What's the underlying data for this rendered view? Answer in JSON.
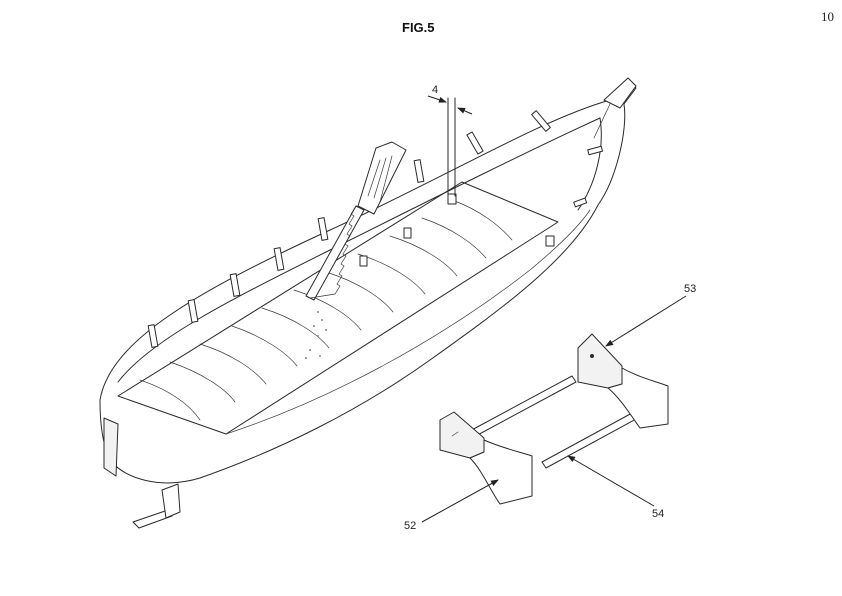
{
  "figure": {
    "title": "FIG.5",
    "page_number": "10"
  },
  "callouts": {
    "dimension": "4",
    "stand_end_right": "53",
    "stand_end_left": "52",
    "stand_rod": "54"
  }
}
